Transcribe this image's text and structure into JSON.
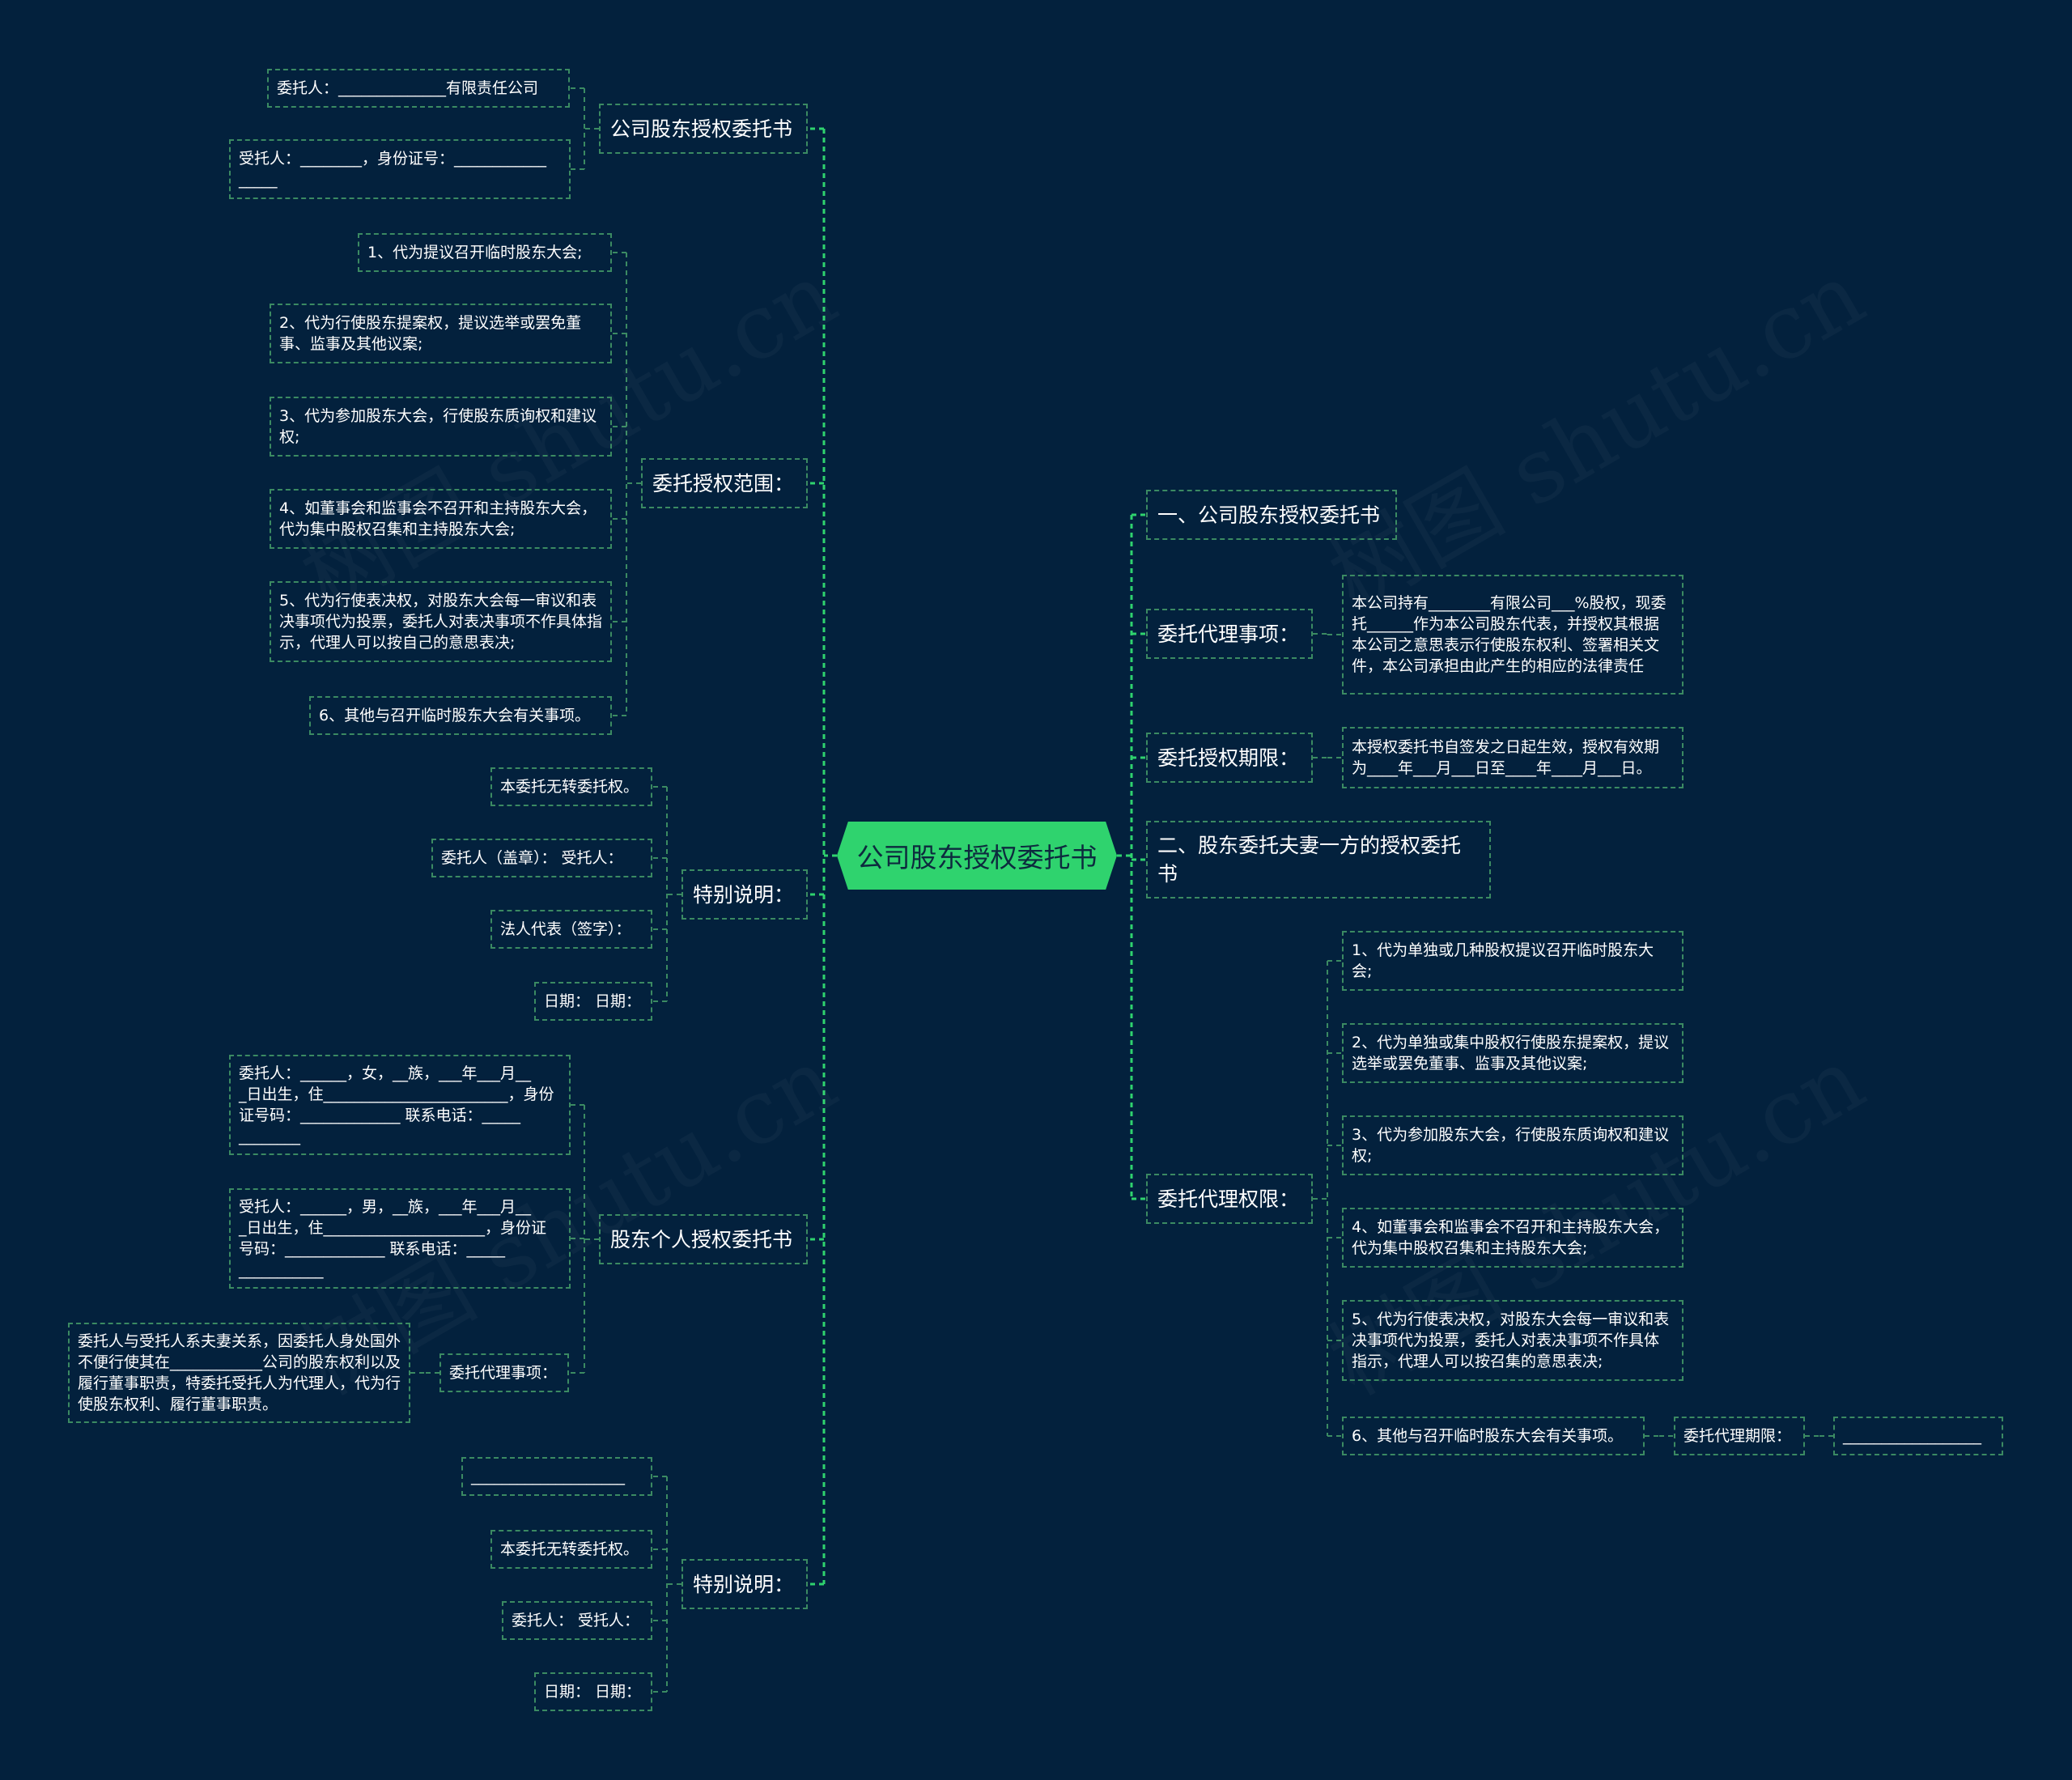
{
  "root": {
    "label": "公司股东授权委托书"
  },
  "colors": {
    "background": "#03213d",
    "line": "#3b8a62",
    "root_fill": "#2fd36e"
  },
  "watermark": "树图 shutu.cn",
  "left": {
    "company_book": {
      "label": "公司股东授权委托书",
      "items": [
        "委托人：______________有限责任公司",
        "受托人：________，身份证号：____________\n_____"
      ]
    },
    "scope": {
      "label": "委托授权范围：",
      "items": [
        "1、代为提议召开临时股东大会;",
        "2、代为行使股东提案权，提议选举或罢免董事、监事及其他议案;",
        "3、代为参加股东大会，行使股东质询权和建议权;",
        "4、如董事会和监事会不召开和主持股东大会，代为集中股权召集和主持股东大会;",
        "5、代为行使表决权，对股东大会每一审议和表决事项代为投票，委托人对表决事项不作具体指示，代理人可以按自己的意思表决;",
        "6、其他与召开临时股东大会有关事项。"
      ]
    },
    "notes1": {
      "label": "特别说明：",
      "items": [
        "本委托无转委托权。",
        "委托人（盖章）：  受托人：",
        "法人代表（签字）：",
        "日期：  日期："
      ]
    },
    "personal": {
      "label": "股东个人授权委托书",
      "items": [
        "委托人：______，女，__族，___年___月__\n_日出生，住________________________，身份证号码：_____________  联系电话：_____\n________",
        "受托人：______，男，__族，___年___月__\n_日出生，住_____________________，身份证号码：_____________  联系电话：_____\n___________"
      ],
      "matters": {
        "label": "委托代理事项：",
        "detail": "委托人与受托人系夫妻关系，因委托人身处国外不便行使其在____________公司的股东权利以及履行董事职责，特委托受托人为代理人，代为行使股东权利、履行董事职责。"
      }
    },
    "notes2": {
      "label": "特别说明：",
      "items": [
        "____________________",
        "本委托无转委托权。",
        "委托人：  受托人：",
        "日期：  日期："
      ]
    }
  },
  "right": {
    "section1": {
      "label": "一、公司股东授权委托书"
    },
    "matters": {
      "label": "委托代理事项：",
      "detail": "本公司持有________有限公司___%股权，现委托______作为本公司股东代表，并授权其根据本公司之意思表示行使股东权利、签署相关文件，本公司承担由此产生的相应的法律责任"
    },
    "period": {
      "label": "委托授权期限：",
      "detail": "本授权委托书自签发之日起生效，授权有效期为____年___月___日至____年____月___日。"
    },
    "section2": {
      "label": "二、股东委托夫妻一方的授权委托书"
    },
    "limits": {
      "label": "委托代理权限：",
      "items": [
        "1、代为单独或几种股权提议召开临时股东大会;",
        "2、代为单独或集中股权行使股东提案权，提议选举或罢免董事、监事及其他议案;",
        "3、代为参加股东大会，行使股东质询权和建议权;",
        "4、如董事会和监事会不召开和主持股东大会，代为集中股权召集和主持股东大会;",
        "5、代为行使表决权，对股东大会每一审议和表决事项代为投票，委托人对表决事项不作具体指示，代理人可以按召集的意思表决;",
        "6、其他与召开临时股东大会有关事项。"
      ],
      "period_label": "委托代理期限：",
      "period_value": "__________________"
    }
  }
}
